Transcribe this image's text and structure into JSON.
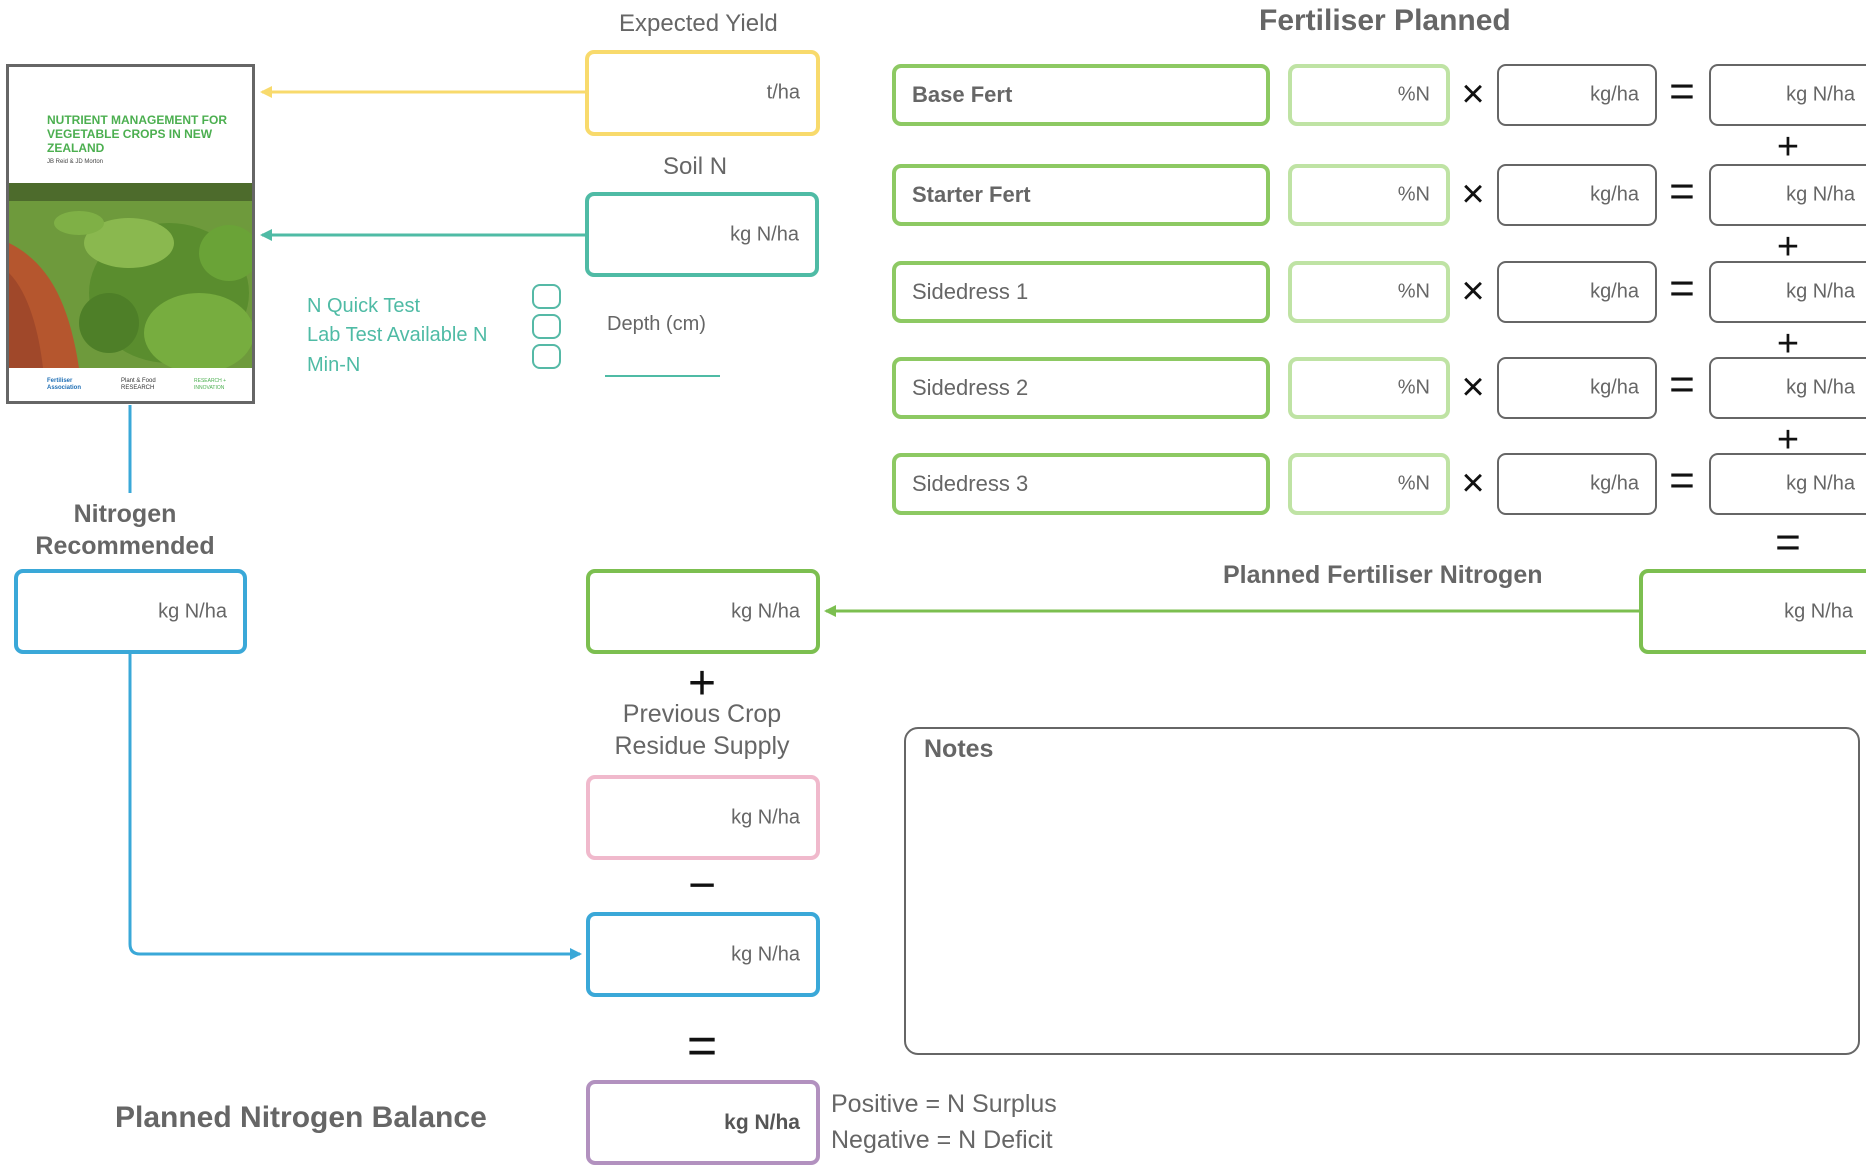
{
  "header": {
    "expected_yield": "Expected Yield",
    "soil_n": "Soil N",
    "fertiliser_planned": "Fertiliser Planned"
  },
  "book": {
    "title": "NUTRIENT MANAGEMENT FOR VEGETABLE CROPS IN NEW ZEALAND",
    "authors": "JB Reid & JD Morton",
    "logos": [
      "Fertiliser Association",
      "Plant & Food RESEARCH",
      "RESEARCH + INNOVATION"
    ]
  },
  "units": {
    "t_ha": "t/ha",
    "kg_n_ha": "kg N/ha",
    "pct_n": "%N",
    "kg_ha": "kg/ha"
  },
  "soil_tests": {
    "options": [
      "N Quick Test",
      "Lab Test Available N",
      "Min-N"
    ],
    "depth_label": "Depth (cm)"
  },
  "fertilisers": [
    {
      "name": "Base Fert",
      "bold": true
    },
    {
      "name": "Starter Fert",
      "bold": true
    },
    {
      "name": "Sidedress 1",
      "bold": false
    },
    {
      "name": "Sidedress 2",
      "bold": false
    },
    {
      "name": "Sidedress 3",
      "bold": false
    }
  ],
  "operators": {
    "plus": "+",
    "minus": "−",
    "times": "×",
    "equals": "="
  },
  "nitrogen_recommended": "Nitrogen Recommended",
  "planned_fertiliser_nitrogen": "Planned Fertiliser Nitrogen",
  "previous_crop": "Previous Crop Residue Supply",
  "notes_label": "Notes",
  "balance": {
    "label": "Planned Nitrogen Balance",
    "unit": "kg N/ha",
    "positive": "Positive = N Surplus",
    "negative": "Negative = N Deficit"
  },
  "colors": {
    "yellow": "#f8da6c",
    "teal": "#4fbba5",
    "blue": "#3aa8d8",
    "green": "#7cbf50",
    "light_green": "#bfe3a4",
    "gray": "#666666",
    "pink": "#f0b9cc",
    "purple": "#b291bf"
  }
}
